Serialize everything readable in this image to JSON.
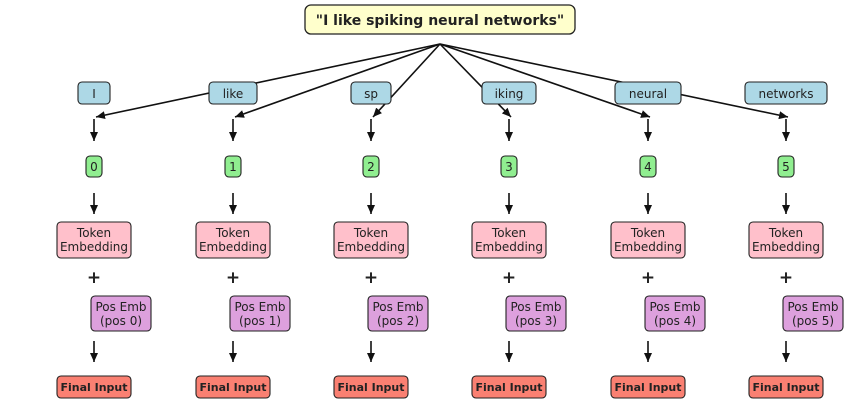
{
  "sentence": "\"I like spiking neural networks\"",
  "tokens": [
    "I",
    "like",
    "sp",
    "iking",
    "neural",
    "networks"
  ],
  "ids": [
    "0",
    "1",
    "2",
    "3",
    "4",
    "5"
  ],
  "token_embedding": [
    "Token",
    "Embedding"
  ],
  "plus": "+",
  "pos_emb": [
    [
      "Pos Emb",
      "(pos 0)"
    ],
    [
      "Pos Emb",
      "(pos 1)"
    ],
    [
      "Pos Emb",
      "(pos 2)"
    ],
    [
      "Pos Emb",
      "(pos 3)"
    ],
    [
      "Pos Emb",
      "(pos 4)"
    ],
    [
      "Pos Emb",
      "(pos 5)"
    ]
  ],
  "final_input": "Final Input",
  "colors": {
    "sentence_fill": "#ffffcc",
    "token_fill": "#add8e6",
    "id_fill": "#90ee90",
    "embedding_fill": "#ffc0cb",
    "pos_fill": "#dda0dd",
    "final_fill": "#fa8072",
    "plus": "#8b0000",
    "stroke": "#222222"
  }
}
